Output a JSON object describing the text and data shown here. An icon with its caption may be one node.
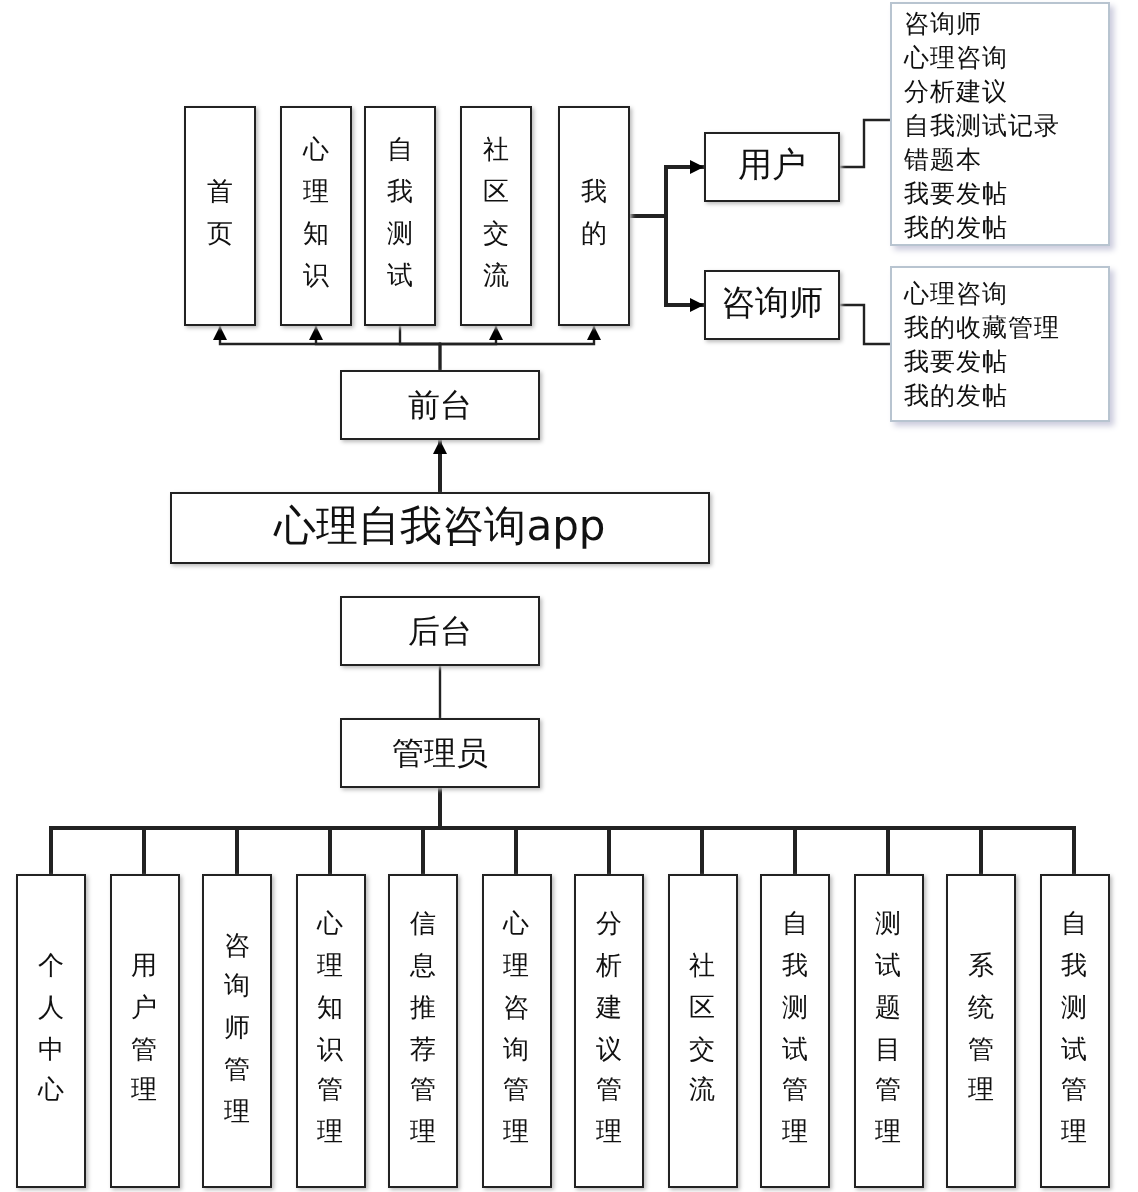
{
  "diagram": {
    "nodes": [
      {
        "text": [
          "首页"
        ]
      },
      {
        "text": [
          "心理知识"
        ]
      },
      {
        "text": [
          "自我测试"
        ]
      },
      {
        "text": [
          "社区交流"
        ]
      },
      {
        "text": [
          "我的"
        ]
      },
      {
        "text": [
          "用户"
        ]
      },
      {
        "text": [
          "咨询师"
        ]
      },
      {
        "text": [
          "咨询师",
          "心理咨询",
          "分析建议",
          "自我测试记录",
          "错题本",
          "我要发帖",
          "我的发帖"
        ]
      },
      {
        "text": [
          "心理咨询",
          "我的收藏管理",
          "我要发帖",
          "我的发帖"
        ]
      },
      {
        "text": [
          "前台"
        ]
      },
      {
        "text": [
          "心理自我咨询app"
        ]
      },
      {
        "text": [
          "后台"
        ]
      },
      {
        "text": [
          "管理员"
        ]
      },
      {
        "text": [
          "个人中心"
        ]
      },
      {
        "text": [
          "用户管理"
        ]
      },
      {
        "text": [
          "咨询师管理"
        ]
      },
      {
        "text": [
          "心理知识管理"
        ]
      },
      {
        "text": [
          "信息推荐管理"
        ]
      },
      {
        "text": [
          "心理咨询管理"
        ]
      },
      {
        "text": [
          "分析建议管理"
        ]
      },
      {
        "text": [
          "社区交流"
        ]
      },
      {
        "text": [
          "自我测试管理"
        ]
      },
      {
        "text": [
          "测试题目管理"
        ]
      },
      {
        "text": [
          "系统管理"
        ]
      },
      {
        "text": [
          "自我测试管理"
        ]
      }
    ],
    "edges": [
      {
        "from": 9,
        "to": 0,
        "arrow": "to"
      },
      {
        "from": 9,
        "to": 1,
        "arrow": "to"
      },
      {
        "from": 9,
        "to": 2,
        "arrow": "none"
      },
      {
        "from": 9,
        "to": 3,
        "arrow": "to"
      },
      {
        "from": 9,
        "to": 4,
        "arrow": "to"
      },
      {
        "from": 4,
        "to": 5,
        "arrow": "to"
      },
      {
        "from": 4,
        "to": 6,
        "arrow": "to"
      },
      {
        "from": 5,
        "to": 7,
        "arrow": "none"
      },
      {
        "from": 6,
        "to": 8,
        "arrow": "none"
      },
      {
        "from": 10,
        "to": 9,
        "arrow": "to"
      },
      {
        "from": 11,
        "to": 12,
        "arrow": "none"
      },
      {
        "from": 12,
        "to": 13,
        "arrow": "none"
      },
      {
        "from": 12,
        "to": 14,
        "arrow": "none"
      },
      {
        "from": 12,
        "to": 15,
        "arrow": "none"
      },
      {
        "from": 12,
        "to": 16,
        "arrow": "none"
      },
      {
        "from": 12,
        "to": 17,
        "arrow": "none"
      },
      {
        "from": 12,
        "to": 18,
        "arrow": "none"
      },
      {
        "from": 12,
        "to": 19,
        "arrow": "none"
      },
      {
        "from": 12,
        "to": 20,
        "arrow": "none"
      },
      {
        "from": 12,
        "to": 21,
        "arrow": "none"
      },
      {
        "from": 12,
        "to": 22,
        "arrow": "none"
      },
      {
        "from": 12,
        "to": 23,
        "arrow": "none"
      },
      {
        "from": 12,
        "to": 24,
        "arrow": "none"
      }
    ]
  }
}
